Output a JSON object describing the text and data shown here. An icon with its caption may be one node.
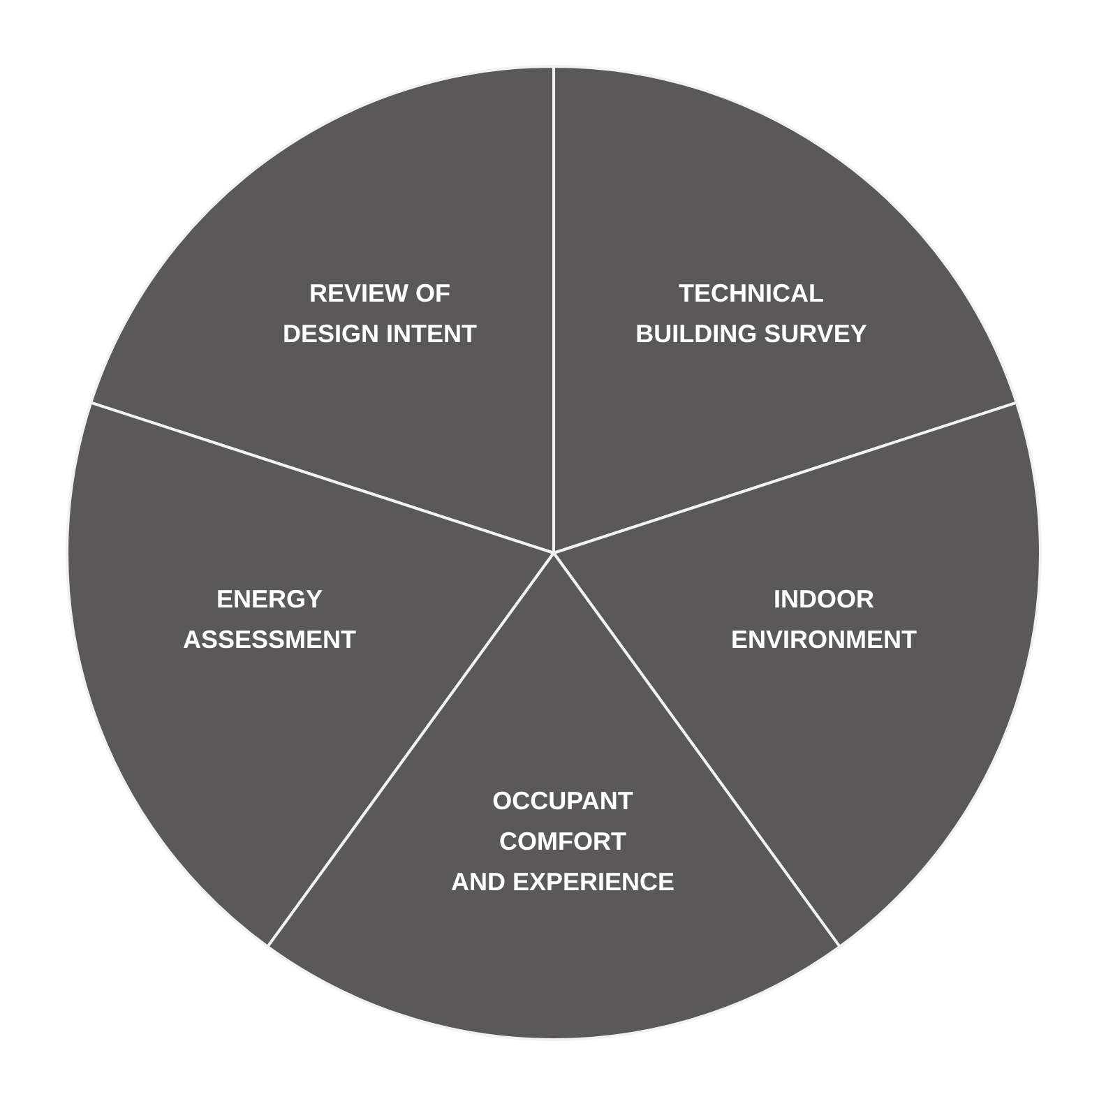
{
  "diagram": {
    "nodes": [
      {
        "text": [
          "REVIEW OF DESIGN INTENT"
        ]
      },
      {
        "text": [
          "TECHNICAL BUILDING SURVEY"
        ]
      },
      {
        "text": [
          "ENERGY ASSESSMENT"
        ]
      },
      {
        "text": [
          "INDOOR ENVIRONMENT"
        ]
      },
      {
        "text": [
          "OCCUPANT COMFORT AND EXPERIENCE"
        ]
      }
    ]
  }
}
